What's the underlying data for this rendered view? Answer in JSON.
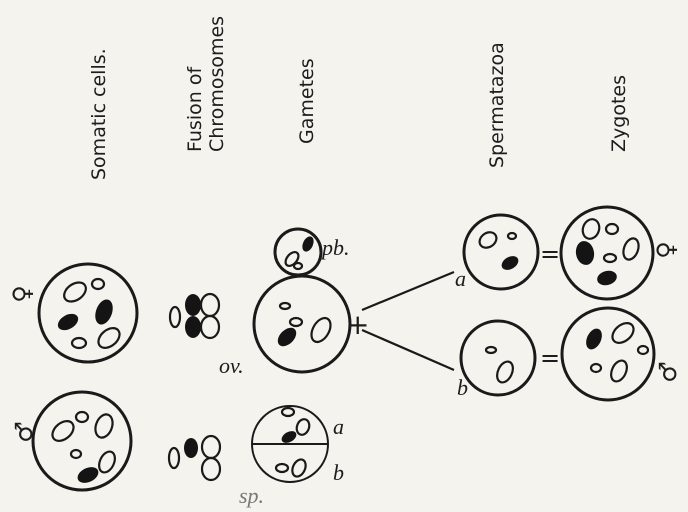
{
  "headers": {
    "somatic": "Somatic cells.",
    "fusion_line1": "Fusion of",
    "fusion_line2": "Chromosomes",
    "gametes": "Gametes",
    "spermatozoa": "Spermatazoa",
    "zygotes": "Zygotes"
  },
  "symbols": {
    "female": "♀",
    "male": "♂",
    "plus": "+",
    "equals": "="
  },
  "labels": {
    "pb": "pb.",
    "ov": "ov.",
    "sp": "sp.",
    "a": "a",
    "b": "b"
  }
}
